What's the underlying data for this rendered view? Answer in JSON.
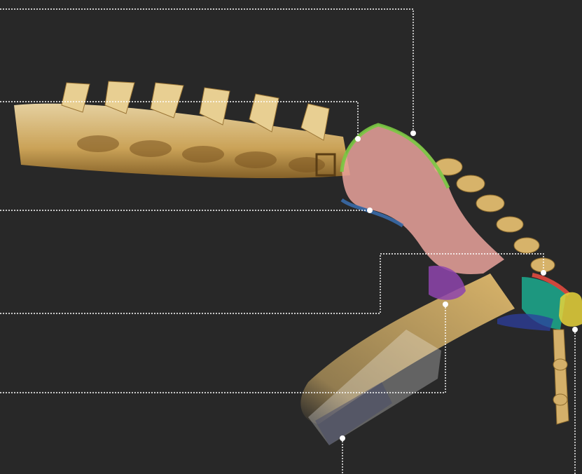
{
  "viewer": {
    "background_color": "#282828",
    "leader_line_color": "#ffffff",
    "bone_color": "#d8b56a",
    "regions": [
      {
        "name": "ilium-wing",
        "color": "#f0a7a0"
      },
      {
        "name": "iliac-crest",
        "color": "#7ac943"
      },
      {
        "name": "ischial-border",
        "color": "#3a6fb0"
      },
      {
        "name": "acetabulum",
        "color": "#8e44ad"
      },
      {
        "name": "ischium",
        "color": "#1abc9c"
      },
      {
        "name": "pubis",
        "color": "#2c3e9e"
      },
      {
        "name": "ischial-tuberosity-edge",
        "color": "#e04a3f"
      },
      {
        "name": "tail-tip",
        "color": "#e6d23a"
      },
      {
        "name": "femur-overlay",
        "color": "#ffffff"
      }
    ]
  }
}
